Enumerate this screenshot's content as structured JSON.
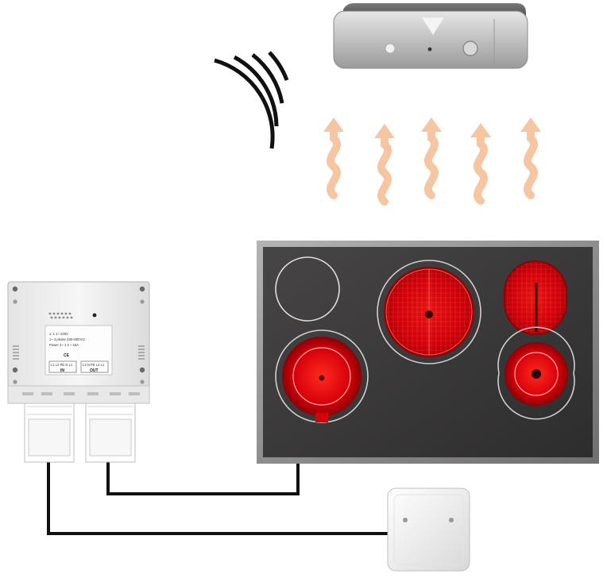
{
  "colors": {
    "background": "#ffffff",
    "cooktop_glass": "#3a3838",
    "cooktop_frame": "#8e8e8e",
    "heat_red": "#d7000a",
    "heat_wave": "#f6c6a2",
    "signal": "#111111",
    "cable": "#111111",
    "module_body": "#f1f1f1"
  },
  "icons": {
    "wireless": "radio-signal-arcs",
    "heat": "rising-heat-wave-arrows",
    "sensor": "ceiling-sensor-unit",
    "relay": "relay-module",
    "junction": "junction-box"
  },
  "relay_label": {
    "line1": "1: 1 1~ 230V",
    "line2": "1~ 3 phase 230-400VAC",
    "line3": "Power 3~ 1 3 ~ 16A",
    "ce_mark": "CE",
    "in_terminals": "L1 L2 PE N L1",
    "out_terminals": "L3 N PE L2 L1",
    "in_label": "IN",
    "out_label": "OUT"
  }
}
